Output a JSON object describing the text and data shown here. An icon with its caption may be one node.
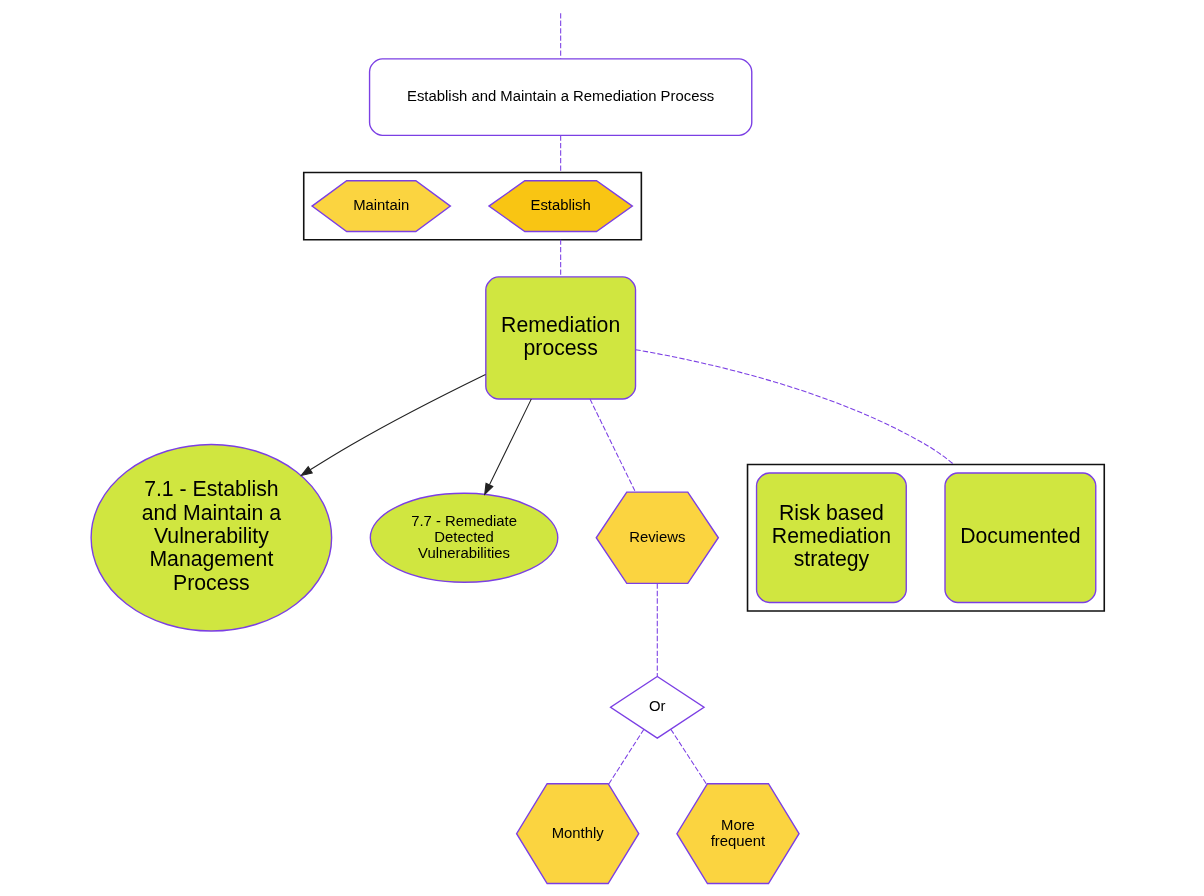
{
  "diagram": {
    "nodes": [
      {
        "text": [
          "Establish and Maintain a Remediation Process"
        ]
      },
      {
        "text": [],
        "shape": "box"
      },
      {
        "text": [
          "Establish"
        ],
        "in": 1
      },
      {
        "text": [
          "Maintain"
        ],
        "in": 1
      },
      {
        "text": [
          "7.1 - Establish and Maintain a Vulnerability Management Process"
        ]
      },
      {
        "text": [
          "7.7 - Remediate Detected Vulnerabilities"
        ]
      },
      {
        "text": [
          "Remediation process"
        ]
      },
      {
        "text": [
          "Reviews"
        ]
      },
      {
        "text": [
          "Or"
        ]
      },
      {
        "text": [],
        "shape": "box"
      },
      {
        "text": [
          "Documented"
        ],
        "in": 9
      },
      {
        "text": [
          "Risk based Remediation strategy"
        ],
        "in": 9
      },
      {
        "text": [
          "Monthly"
        ]
      },
      {
        "text": [
          "More frequent"
        ]
      }
    ],
    "edges": [
      {
        "from": null,
        "to": 0,
        "arrow": "none",
        "style": "dashed"
      },
      {
        "from": 0,
        "to": 1,
        "arrow": "none",
        "style": "dashed"
      },
      {
        "from": 1,
        "to": 6,
        "arrow": "none",
        "style": "dashed"
      },
      {
        "from": 6,
        "to": 4,
        "arrow": "to",
        "color": "#222222"
      },
      {
        "from": 6,
        "to": 5,
        "arrow": "to",
        "color": "#222222"
      },
      {
        "from": 6,
        "to": 7,
        "arrow": "none",
        "style": "dashed"
      },
      {
        "from": 6,
        "to": 9,
        "arrow": "none",
        "style": "dashed"
      },
      {
        "from": 7,
        "to": 8,
        "arrow": "none",
        "style": "dashed"
      },
      {
        "from": 8,
        "to": 12,
        "arrow": "none",
        "style": "dashed"
      },
      {
        "from": 8,
        "to": 13,
        "arrow": "none",
        "style": "dashed"
      }
    ]
  }
}
